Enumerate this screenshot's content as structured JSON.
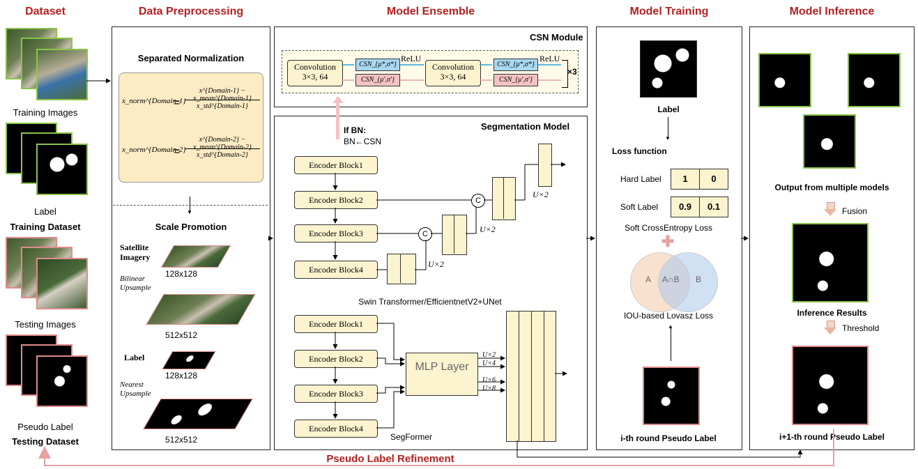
{
  "headers": {
    "dataset": "Dataset",
    "preprocessing": "Data Preprocessing",
    "ensemble": "Model Ensemble",
    "training": "Model Training",
    "inference": "Model Inference"
  },
  "dataset": {
    "training_images": "Training Images",
    "label": "Label",
    "training_dataset": "Training Dataset",
    "testing_images": "Testing Images",
    "pseudo_label": "Pseudo Label",
    "testing_dataset": "Testing Dataset"
  },
  "preprocessing": {
    "separated_norm_title": "Separated Normalization",
    "formula1_lhs": "x_norm^{Domain-1}",
    "formula1_num": "x^{Domain-1} − x_mean^{Domain-1}",
    "formula1_den": "x_std^{Domain-1}",
    "formula2_lhs": "x_norm^{Domain-2}",
    "formula2_num": "x^{Domain-2} − x_mean^{Domain-2}",
    "formula2_den": "x_std^{Domain-2}",
    "scale_promotion_title": "Scale Promotion",
    "satellite_imagery": "Satellite Imagery",
    "size_128_a": "128x128",
    "bilinear_upsample": "Bilinear Upsample",
    "size_512_a": "512x512",
    "label": "Label",
    "size_128_b": "128x128",
    "nearest_upsample": "Nearest Upsample",
    "size_512_b": "512x512"
  },
  "csn": {
    "title": "CSN Module",
    "conv1": "Convolution",
    "conv1_param": "3×3, 64",
    "conv2": "Convolution",
    "conv2_param": "3×3, 64",
    "relu1": "ReLU",
    "relu2": "ReLU",
    "csn_top": "CSN_{μ*,σ*}",
    "csn_bottom": "CSN_{μ',σ'}",
    "repeat": "×3"
  },
  "segmentation": {
    "title": "Segmentation Model",
    "if_bn": "If BN:",
    "bn_csn": "BN←CSN",
    "enc1": "Encoder Block1",
    "enc2": "Encoder Block2",
    "enc3": "Encoder Block3",
    "enc4": "Encoder Block4",
    "concat": "C",
    "u2_a": "U×2",
    "u2_b": "U×2",
    "u2_c": "U×2",
    "unet_caption": "Swin Transformer/EfficientnetV2+UNet",
    "seg_enc1": "Encoder Block1",
    "seg_enc2": "Encoder Block2",
    "seg_enc3": "Encoder Block3",
    "seg_enc4": "Encoder Block4",
    "mlp": "MLP Layer",
    "ux2": "U×2",
    "ux4": "U×4",
    "ux6": "U×6",
    "ux8": "U×8",
    "segformer_caption": "SegFormer"
  },
  "training": {
    "label": "Label",
    "loss_function": "Loss function",
    "hard_label": "Hard Label",
    "hard_1": "1",
    "hard_0": "0",
    "soft_label": "Soft Label",
    "soft_09": "0.9",
    "soft_01": "0.1",
    "soft_ce": "Soft CrossEntropy Loss",
    "venn_a": "A",
    "venn_ab": "A∩B",
    "venn_b": "B",
    "iou_loss": "IOU-based Lovasz Loss",
    "ith_pseudo": "i-th round Pseudo Label"
  },
  "inference": {
    "output_multi": "Output from multiple models",
    "fusion": "Fusion",
    "inference_results": "Inference Results",
    "threshold": "Threshold",
    "next_pseudo": "i+1-th round Pseudo Label"
  },
  "footer": {
    "refinement": "Pseudo Label Refinement"
  },
  "colors": {
    "header_red": "#b52020",
    "box_fill": "#fcf3cf",
    "csn_blue": "#a8d8f0",
    "csn_pink": "#f4c2c2",
    "frame_green": "#8bc34a",
    "frame_pink": "#e08a8a"
  }
}
